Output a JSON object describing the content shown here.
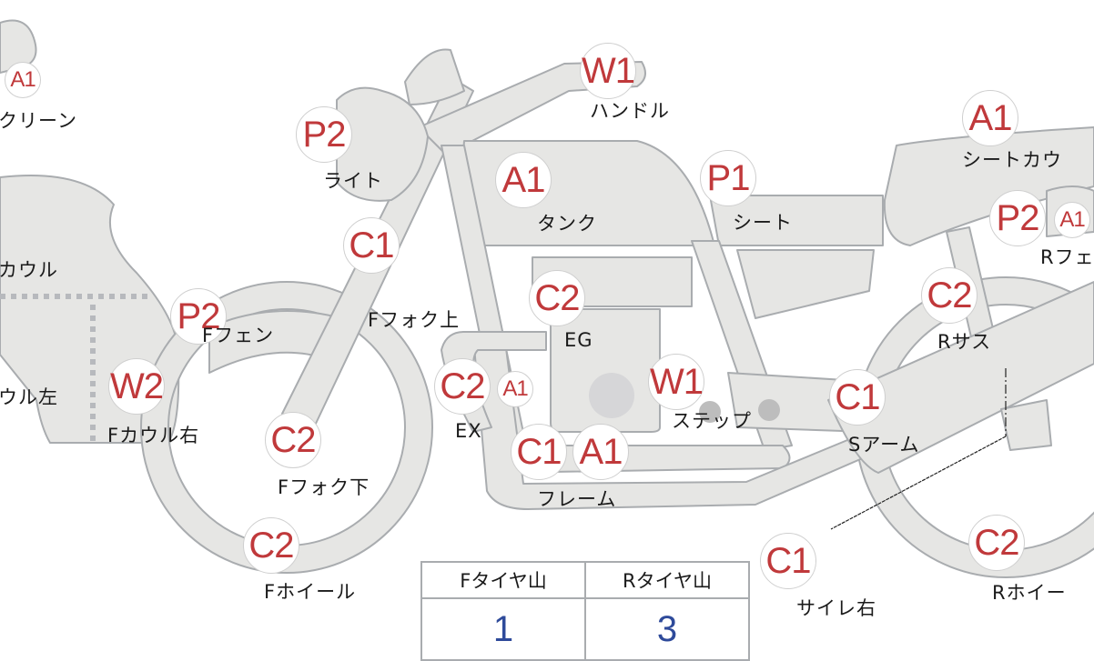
{
  "parts": [
    {
      "code": "A1",
      "label": "クリーン"
    },
    {
      "code": "P2",
      "label": "ライト"
    },
    {
      "code": "W1",
      "label": "ハンドル"
    },
    {
      "code": "A1",
      "label": "タンク"
    },
    {
      "code": "P1",
      "label": "シート"
    },
    {
      "code": "A1",
      "label": "シートカウ"
    },
    {
      "code": "P2",
      "code2": "A1",
      "label": "Rフェ"
    },
    {
      "code": "C1",
      "label": "Fフォク上"
    },
    {
      "code": "P2",
      "label": "Fフェン"
    },
    {
      "label": "カウル"
    },
    {
      "code": "C2",
      "label": "EG"
    },
    {
      "code": "C2",
      "label": "Rサス"
    },
    {
      "code": "W2",
      "label": "Fカウル右"
    },
    {
      "label": "ウル左"
    },
    {
      "code": "C2",
      "code2": "A1",
      "label": "EX"
    },
    {
      "code": "W1",
      "label": "ステップ"
    },
    {
      "code": "C1",
      "label": "Sアーム"
    },
    {
      "code": "C2",
      "label": "Fフォク下"
    },
    {
      "code": "C1",
      "code2": "A1",
      "label": "フレーム"
    },
    {
      "code": "C2",
      "label": "Fホイール"
    },
    {
      "code": "C1",
      "label": "サイレ右"
    },
    {
      "code": "C2",
      "label": "Rホイー"
    }
  ],
  "tire_table": {
    "headers": [
      "Fタイヤ山",
      "Rタイヤ山"
    ],
    "values": [
      "1",
      "3"
    ]
  },
  "colors": {
    "badge_text": "#c0393b",
    "part_fill": "#e6e6e4",
    "part_stroke": "#a9acaf",
    "table_value": "#2e4a9a"
  }
}
